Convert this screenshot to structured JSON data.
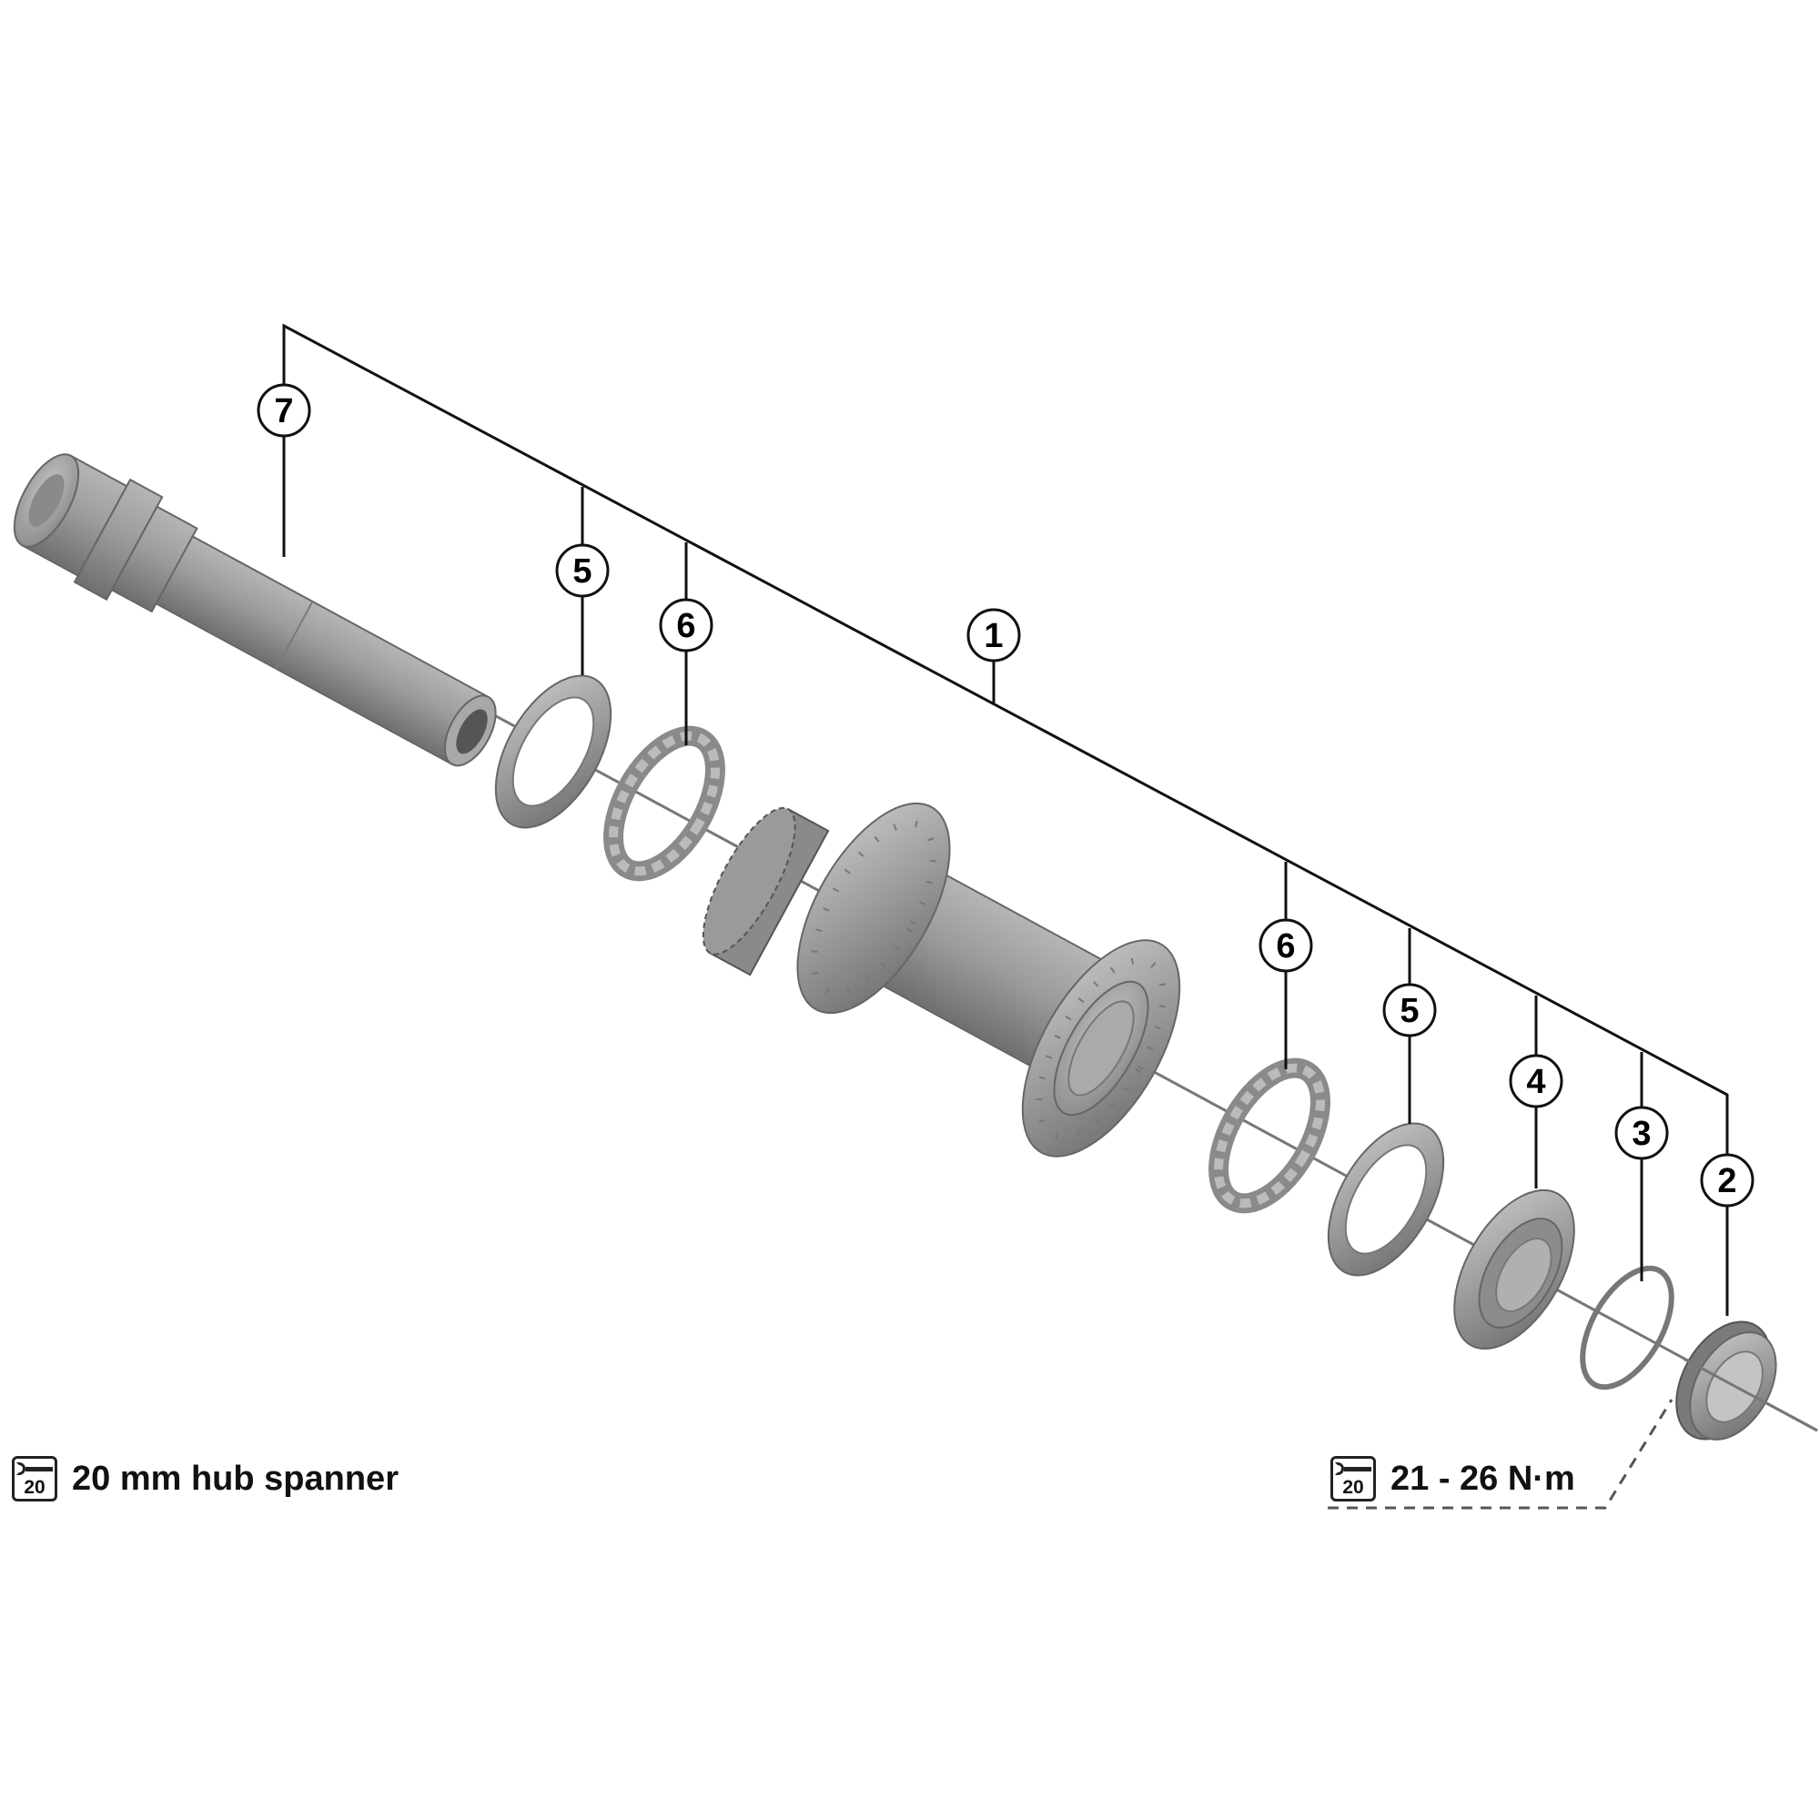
{
  "callouts": [
    {
      "id": "7",
      "label": "7"
    },
    {
      "id": "5a",
      "label": "5"
    },
    {
      "id": "6a",
      "label": "6"
    },
    {
      "id": "1",
      "label": "1"
    },
    {
      "id": "6b",
      "label": "6"
    },
    {
      "id": "5b",
      "label": "5"
    },
    {
      "id": "4",
      "label": "4"
    },
    {
      "id": "3",
      "label": "3"
    },
    {
      "id": "2",
      "label": "2"
    }
  ],
  "notes": {
    "tool_left": {
      "icon": "hub-spanner-icon",
      "icon_number": "20",
      "text": "20 mm hub spanner"
    },
    "torque_right": {
      "icon": "hub-spanner-icon",
      "icon_number": "20",
      "text": "21 - 26 N·m"
    }
  },
  "colors": {
    "part_light": "#b8b8b8",
    "part_mid": "#8e8e8e",
    "part_dark": "#5f5f5f",
    "line": "#111111"
  }
}
